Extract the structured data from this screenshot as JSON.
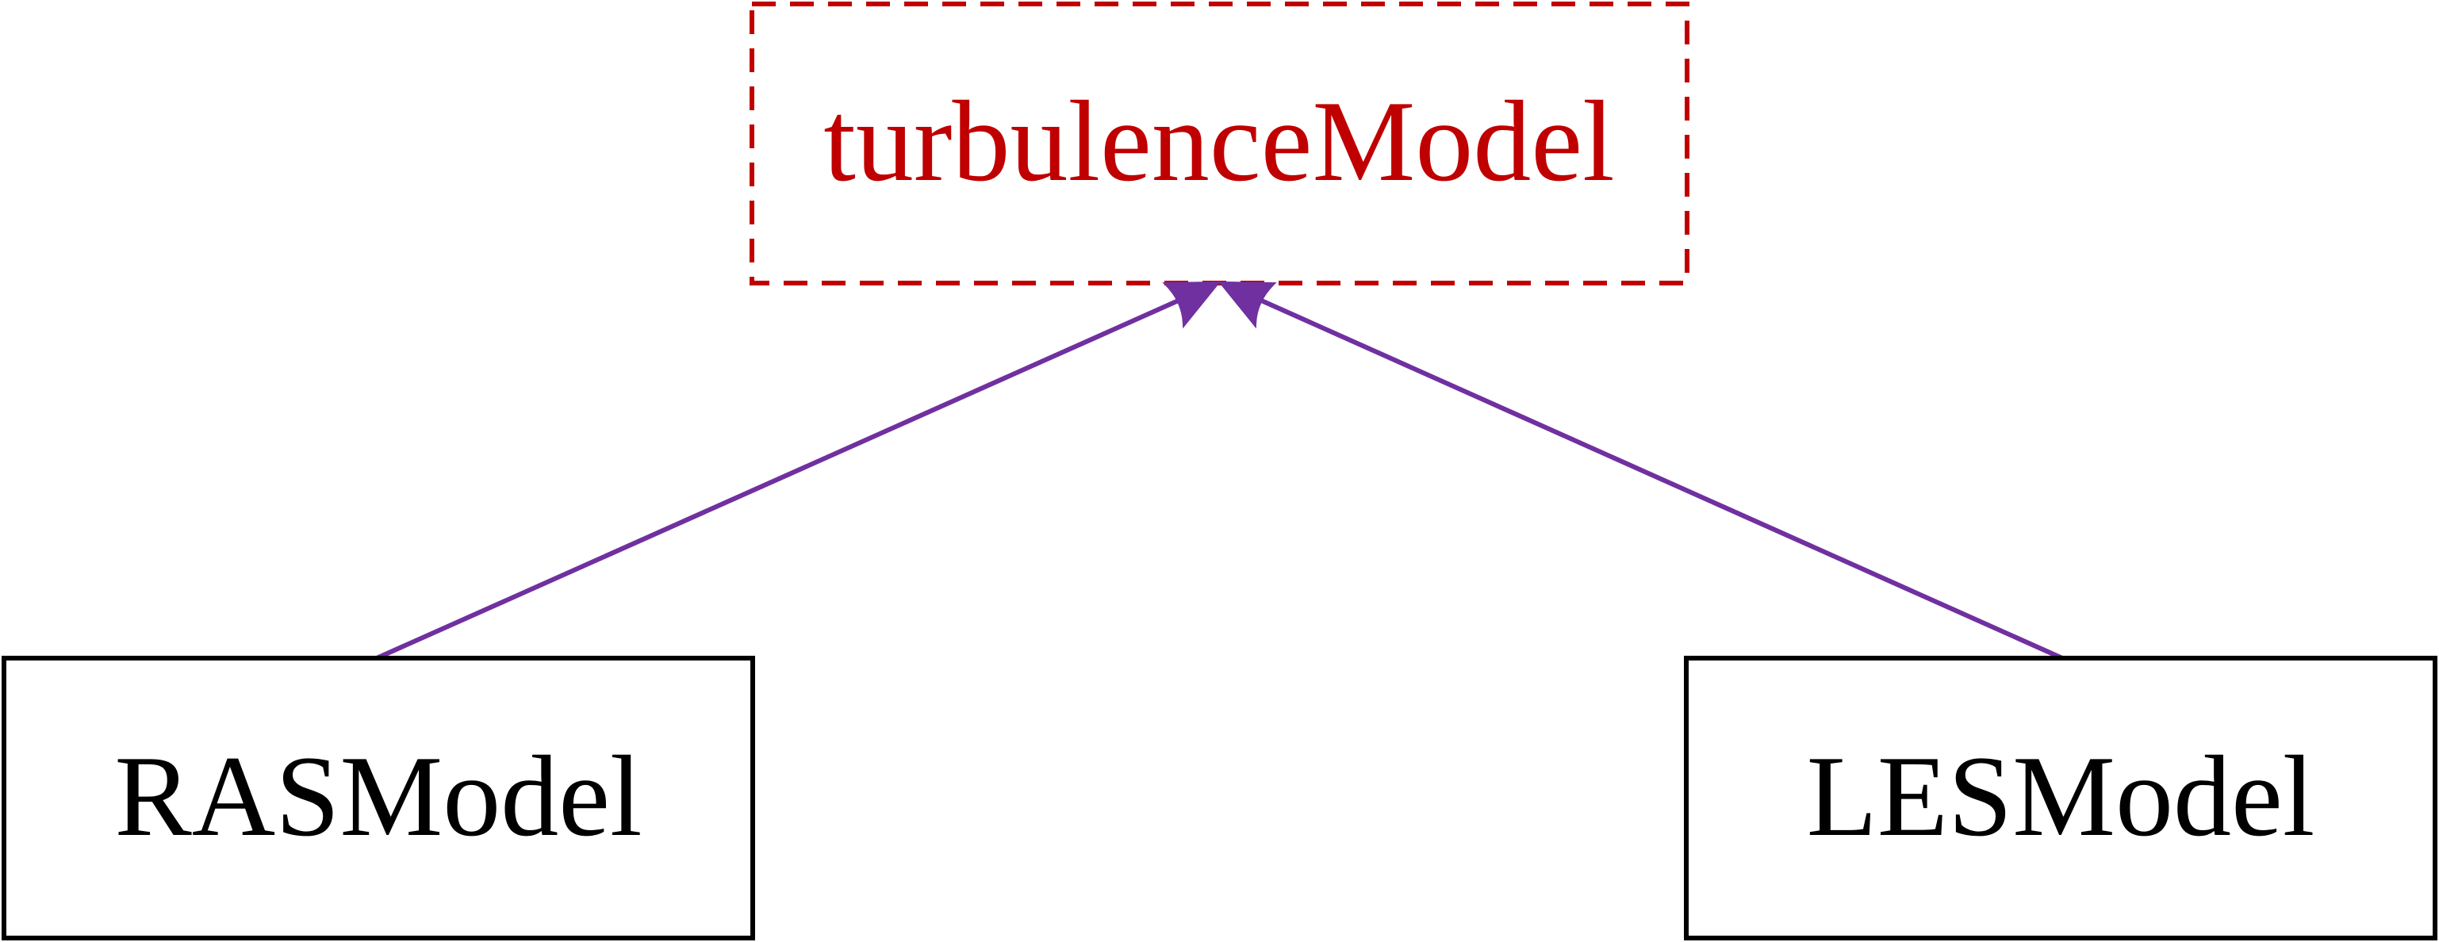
{
  "nodes": {
    "parent": {
      "label": "turbulenceModel",
      "color": "#c00000",
      "border": "dashed"
    },
    "left_child": {
      "label": "RASModel",
      "color": "#000000",
      "border": "solid"
    },
    "right_child": {
      "label": "LESModel",
      "color": "#000000",
      "border": "solid"
    }
  },
  "edges": [
    {
      "from": "RASModel",
      "to": "turbulenceModel",
      "color": "#7030a0",
      "arrowhead": "filled-triangle"
    },
    {
      "from": "LESModel",
      "to": "turbulenceModel",
      "color": "#7030a0",
      "arrowhead": "filled-triangle"
    }
  ]
}
